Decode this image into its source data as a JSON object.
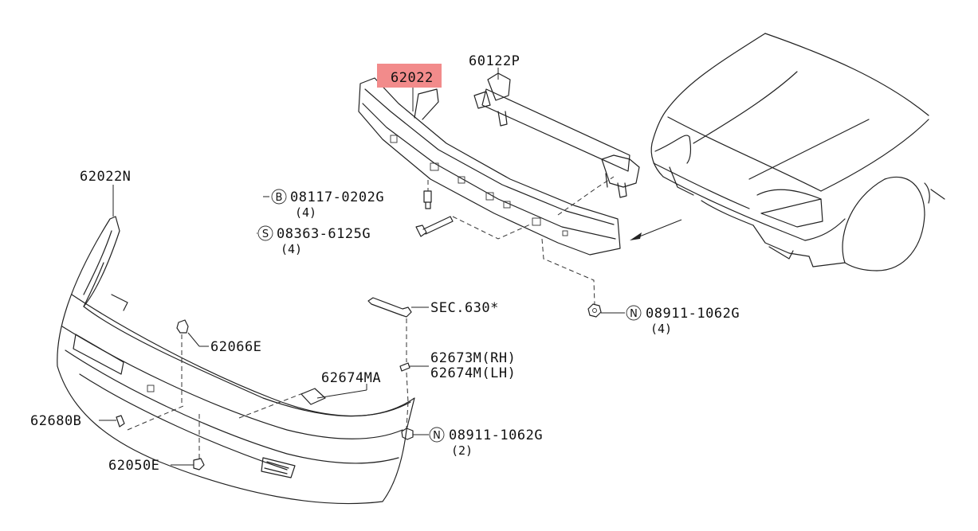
{
  "colors": {
    "highlight": "#f28b8b",
    "ink": "#222222"
  },
  "labels": {
    "p62022": "62022",
    "p60122P": "60122P",
    "p62022N": "62022N",
    "b_code": "08117-0202G",
    "b_qty": "(4)",
    "b_letter": "B",
    "s_code": "08363-6125G",
    "s_qty": "(4)",
    "s_letter": "S",
    "sec630": "SEC.630*",
    "n1_code": "08911-1062G",
    "n1_qty": "(4)",
    "n1_letter": "N",
    "p62066E": "62066E",
    "p62673M": "62673M(RH)",
    "p62674M": "62674M(LH)",
    "p62674MA": "62674MA",
    "p62680B": "62680B",
    "n2_code": "08911-1062G",
    "n2_qty": "(2)",
    "n2_letter": "N",
    "p62050E": "62050E"
  }
}
